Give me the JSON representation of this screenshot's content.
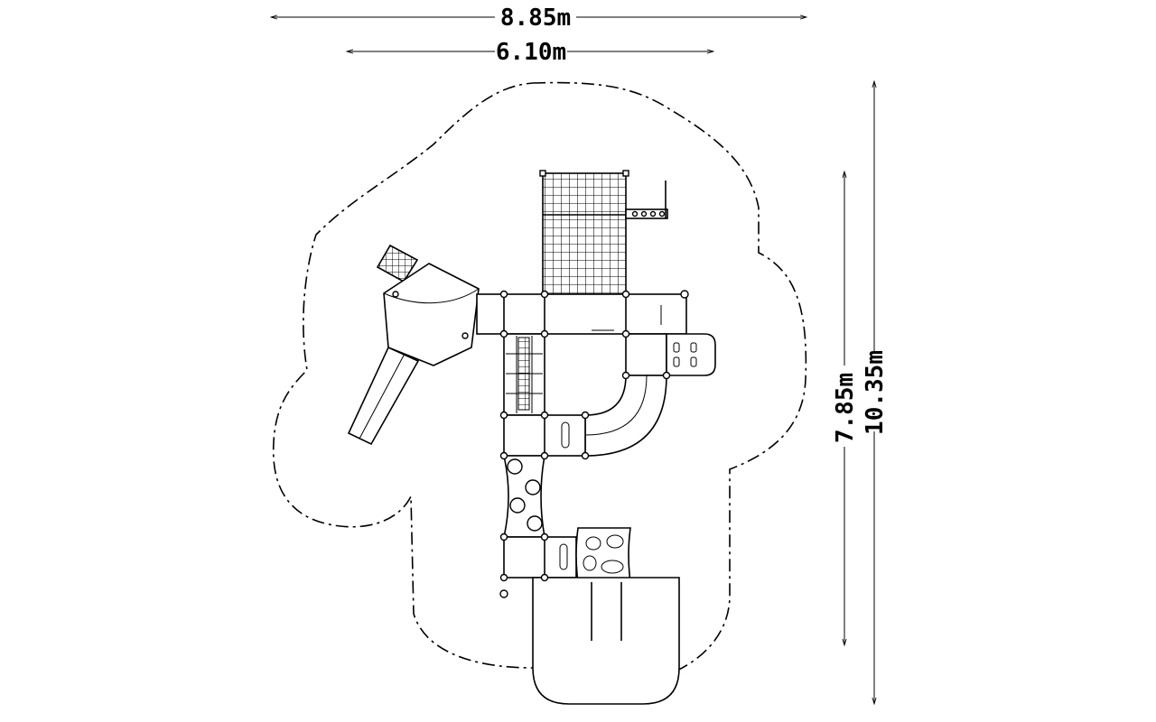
{
  "dimensions": {
    "overall_width": "8.85m",
    "structure_width": "6.10m",
    "structure_depth": "7.85m",
    "overall_depth": "10.35m"
  },
  "colors": {
    "line": "#000000",
    "background": "#ffffff"
  }
}
